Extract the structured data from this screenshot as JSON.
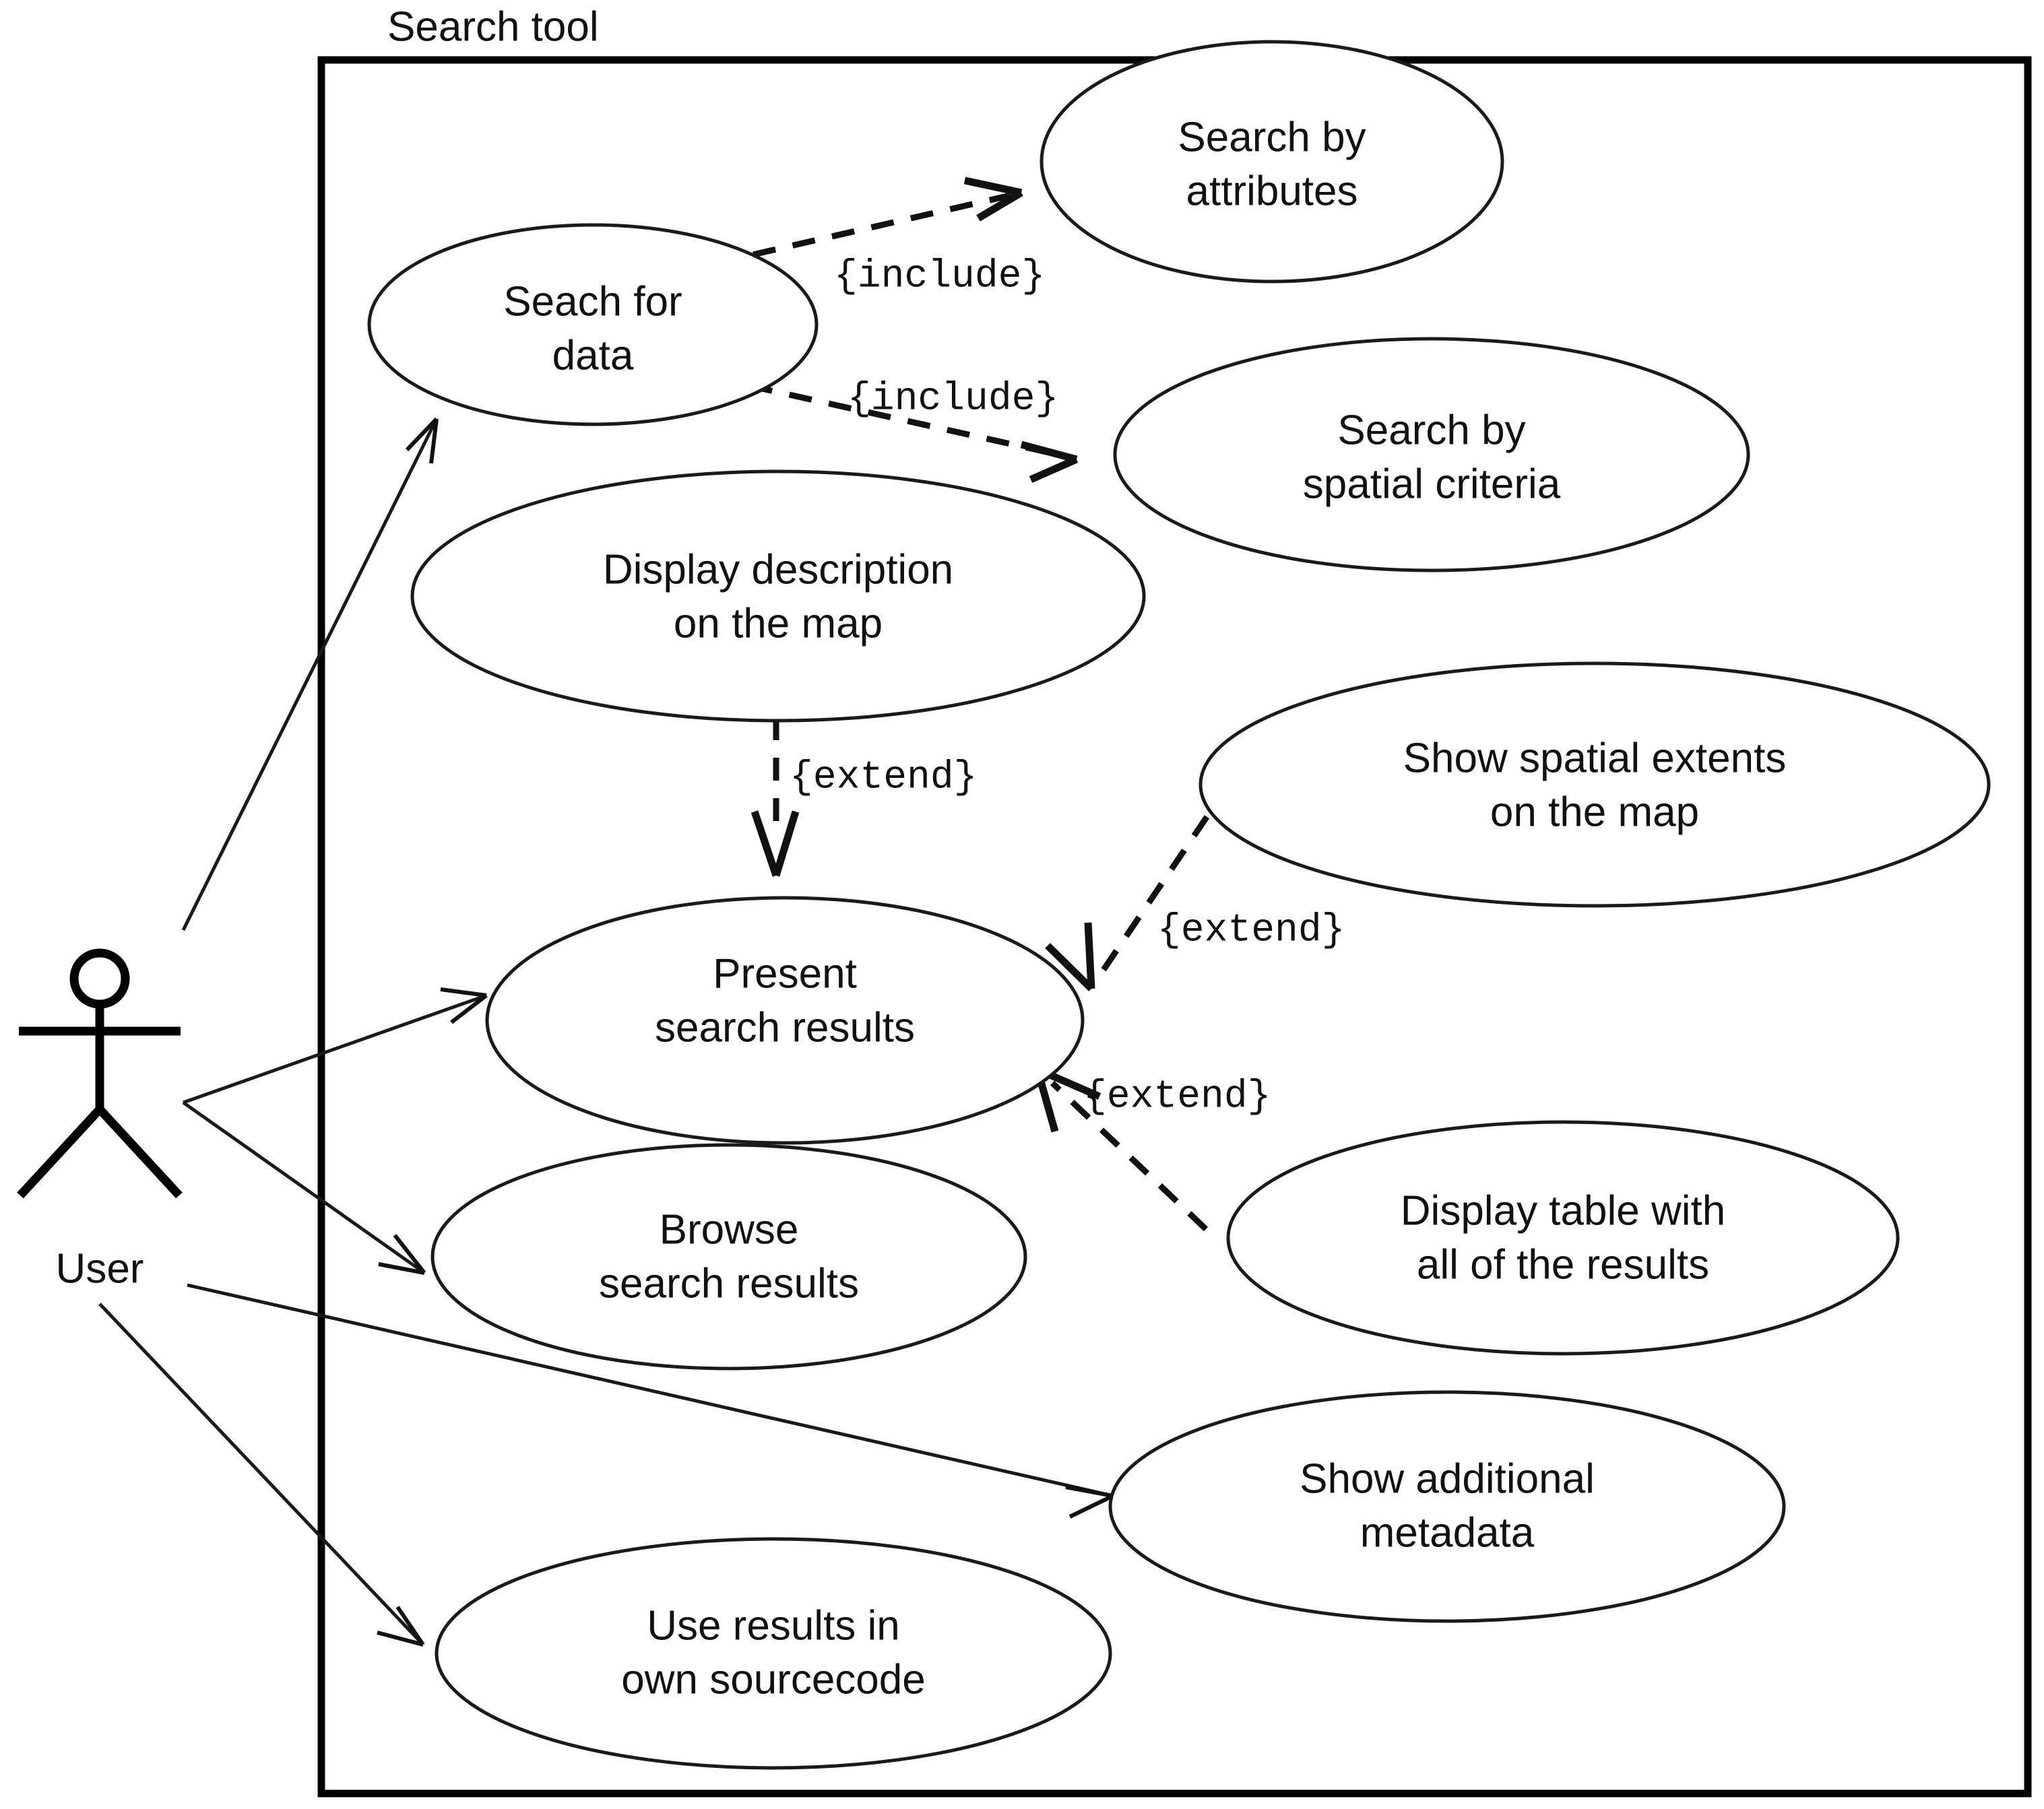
{
  "diagram": {
    "kind": "uml-use-case-diagram",
    "boundary_title": "Search tool",
    "actor": {
      "name": "User",
      "label": "User",
      "icon": "stick-figure-actor"
    },
    "use_cases": [
      {
        "id": "search-by-attributes",
        "line1": "Search by",
        "line2": "attributes"
      },
      {
        "id": "seach-for-data",
        "line1": "Seach for",
        "line2": "data"
      },
      {
        "id": "search-by-spatial",
        "line1": "Search by",
        "line2": "spatial criteria"
      },
      {
        "id": "display-description",
        "line1": "Display description",
        "line2": "on the map"
      },
      {
        "id": "show-spatial-extents",
        "line1": "Show spatial extents",
        "line2": "on the map"
      },
      {
        "id": "present-search-results",
        "line1": "Present",
        "line2": "search results"
      },
      {
        "id": "browse-search-results",
        "line1": "Browse",
        "line2": "search results"
      },
      {
        "id": "display-table",
        "line1": "Display table with",
        "line2": "all of the results"
      },
      {
        "id": "show-additional-metadata",
        "line1": "Show additional",
        "line2": "metadata"
      },
      {
        "id": "use-results-sourcecode",
        "line1": "Use results in",
        "line2": "own sourcecode"
      }
    ],
    "relationships": [
      {
        "id": "rel-include-attributes",
        "stereotype": "{include}",
        "from": "seach-for-data",
        "to": "search-by-attributes",
        "type": "include"
      },
      {
        "id": "rel-include-spatial",
        "stereotype": "{include}",
        "from": "seach-for-data",
        "to": "search-by-spatial",
        "type": "include"
      },
      {
        "id": "rel-extend-description",
        "stereotype": "{extend}",
        "from": "display-description",
        "to": "present-search-results",
        "type": "extend"
      },
      {
        "id": "rel-extend-extents",
        "stereotype": "{extend}",
        "from": "show-spatial-extents",
        "to": "present-search-results",
        "type": "extend"
      },
      {
        "id": "rel-extend-table",
        "stereotype": "{extend}",
        "from": "display-table",
        "to": "present-search-results",
        "type": "extend"
      }
    ],
    "associations": [
      {
        "id": "assoc-user-search",
        "from": "User",
        "to": "seach-for-data"
      },
      {
        "id": "assoc-user-present",
        "from": "User",
        "to": "present-search-results"
      },
      {
        "id": "assoc-user-browse",
        "from": "User",
        "to": "browse-search-results"
      },
      {
        "id": "assoc-user-metadata",
        "from": "User",
        "to": "show-additional-metadata"
      },
      {
        "id": "assoc-user-source",
        "from": "User",
        "to": "use-results-sourcecode"
      }
    ],
    "colors": {
      "stroke": "#1a1a1a",
      "boundary": "#000000",
      "background": "#ffffff",
      "text": "#111111"
    }
  }
}
